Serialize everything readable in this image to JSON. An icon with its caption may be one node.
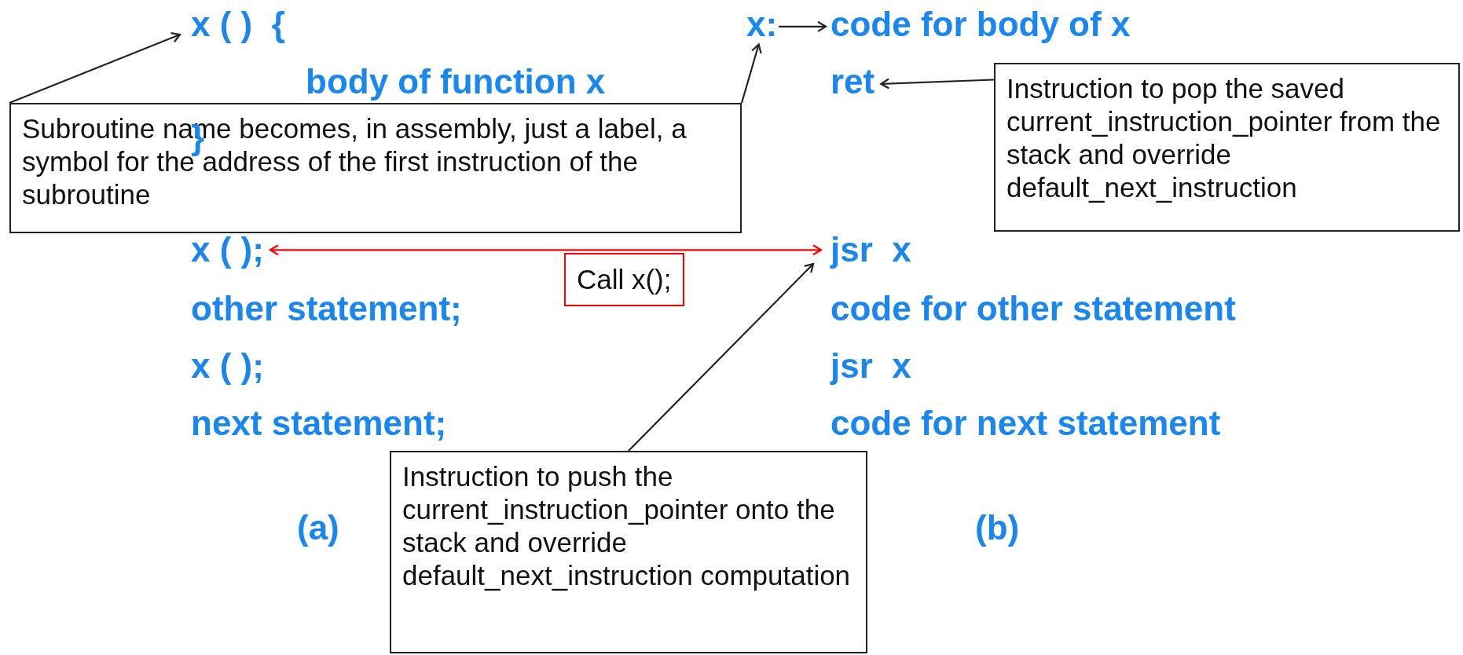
{
  "diagram": {
    "nodes": [
      {
        "text": [
          "x ( )  {"
        ]
      },
      {
        "text": [
          "x:"
        ]
      },
      {
        "text": [
          "code for body of x"
        ]
      },
      {
        "text": [
          "ret"
        ]
      },
      {
        "text": [
          "Subroutine name becomes, in assembly, just a label, a symbol for the address of the first instruction of the subroutine"
        ]
      },
      {
        "text": [
          "Instruction to pop the saved current_instruction_pointer from the stack and override default_next_instruction"
        ]
      },
      {
        "text": [
          "x ( );"
        ]
      },
      {
        "text": [
          "jsr  x"
        ]
      },
      {
        "text": [
          "Instruction to push the current_instruction_pointer onto the stack and override default_next_instruction computation"
        ]
      }
    ],
    "edges": [
      {
        "from": 4,
        "to": 0,
        "arrow": "to"
      },
      {
        "from": 4,
        "to": 1,
        "arrow": "to"
      },
      {
        "from": 1,
        "to": 2,
        "arrow": "to"
      },
      {
        "from": 5,
        "to": 3,
        "arrow": "to"
      },
      {
        "from": 6,
        "to": 7,
        "arrow": "both",
        "label": "Call x();",
        "color": "#ff0000"
      },
      {
        "from": 8,
        "to": 7,
        "arrow": "to"
      }
    ],
    "labels": [
      "body of function x",
      "}",
      "other statement;",
      "x ( );",
      "next statement;",
      "code for other statement",
      "jsr  x",
      "code for next statement",
      "(a)",
      "(b)"
    ]
  }
}
